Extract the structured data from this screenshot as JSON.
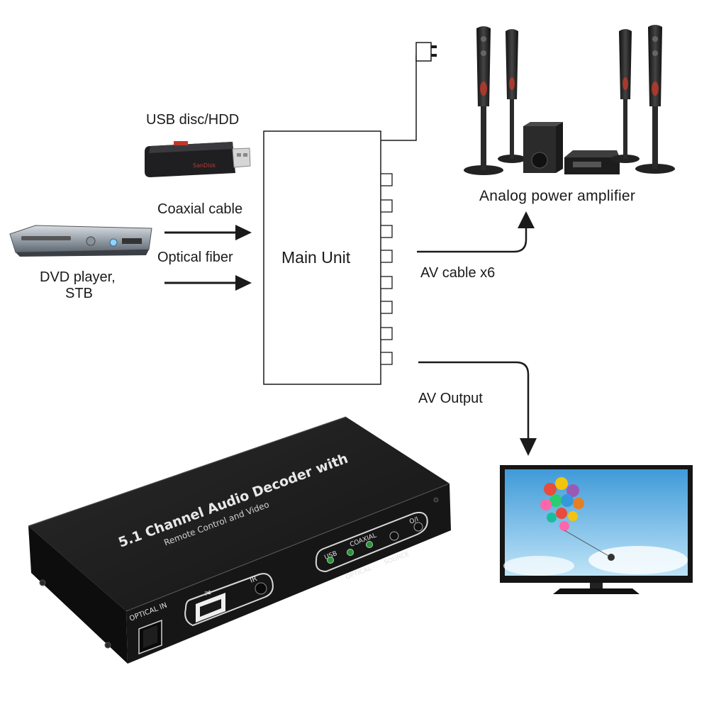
{
  "labels": {
    "usb_source": "USB disc/HDD",
    "coaxial": "Coaxial cable",
    "optical": "Optical fiber",
    "dvd_line1": "DVD player,",
    "dvd_line2": "STB",
    "main_unit": "Main Unit",
    "amplifier": "Analog power amplifier",
    "av_cable": "AV cable x6",
    "av_output": "AV Output"
  },
  "device": {
    "title_line1": "5.1 Channel Audio Decoder with",
    "title_line2": "Remote Control and Video",
    "optical_in": "OPTICAL IN",
    "ir": "IR",
    "usb": "USB",
    "coaxial": "COAXIAL",
    "optical": "OPTICAL",
    "source": "SOURCE",
    "power": "O/I"
  },
  "usb_stick_brand": "SanDisk",
  "colors": {
    "line": "#1a1a1a",
    "device_body": "#1b1b1b",
    "led": "#2f8f3a",
    "speaker_glow": "#c0392b",
    "tv_sky": "#5fb6e8"
  }
}
